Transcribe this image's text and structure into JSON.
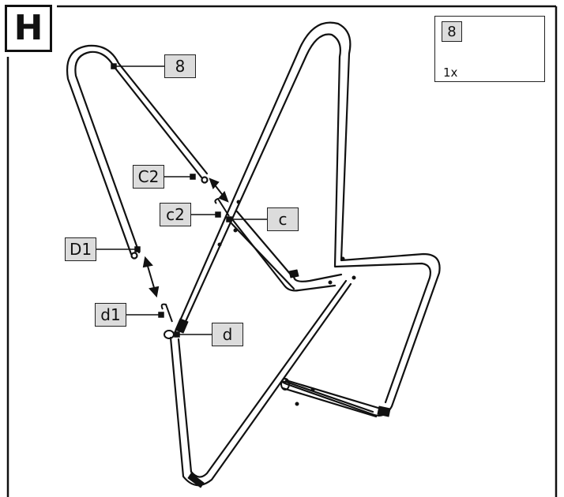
{
  "step": {
    "letter": "H"
  },
  "parts_list": {
    "part_id": "8",
    "quantity": "1x"
  },
  "callouts": {
    "part_8": "8",
    "C2": "C2",
    "c2": "c2",
    "c": "c",
    "D1": "D1",
    "d1": "d1",
    "d": "d"
  }
}
